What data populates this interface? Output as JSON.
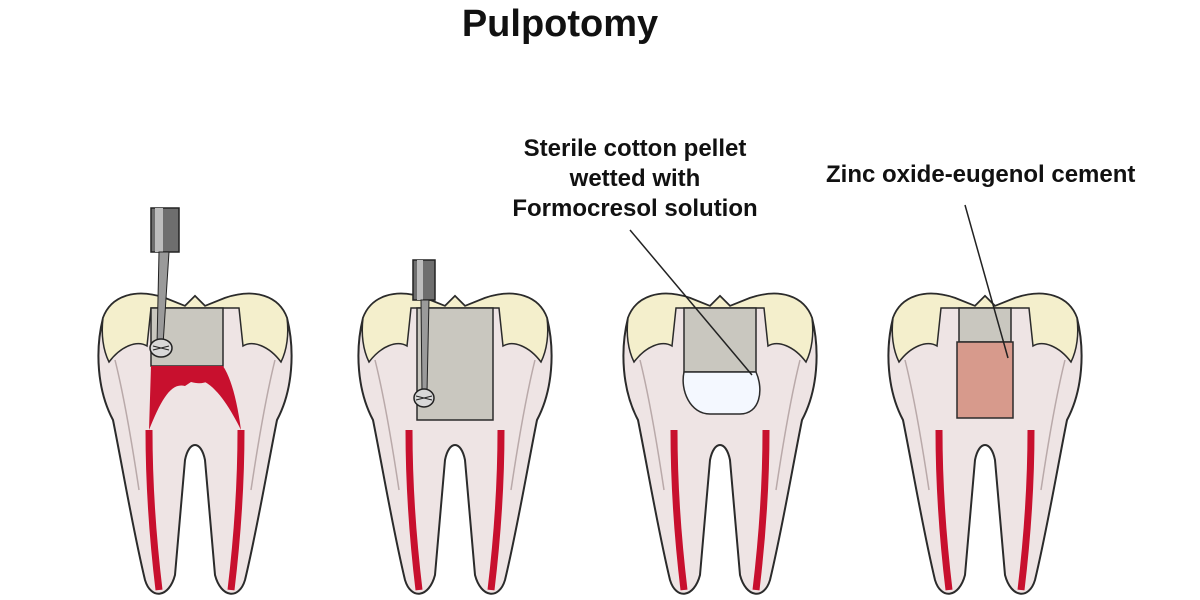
{
  "title": "Pulpotomy",
  "annotations": {
    "cotton_pellet": [
      "Sterile cotton pellet",
      "wetted with",
      "Formocresol solution"
    ],
    "zoe_cement": "Zinc oxide-eugenol cement"
  },
  "colors": {
    "enamel": "#f4efcc",
    "dentin": "#eee4e4",
    "pulp": "#c8102e",
    "cavity": "#c9c7bf",
    "cotton": "#f4f8ff",
    "cement": "#d79a8c",
    "bur": "#9a9a9a",
    "handpiece": "#6e6e6e"
  },
  "stages": [
    {
      "id": "access-opening",
      "tool": "bur"
    },
    {
      "id": "pulp-amputation",
      "tool": "bur"
    },
    {
      "id": "formocresol-application",
      "material": "cotton-pellet"
    },
    {
      "id": "zoe-restoration",
      "material": "zoe-cement"
    }
  ]
}
